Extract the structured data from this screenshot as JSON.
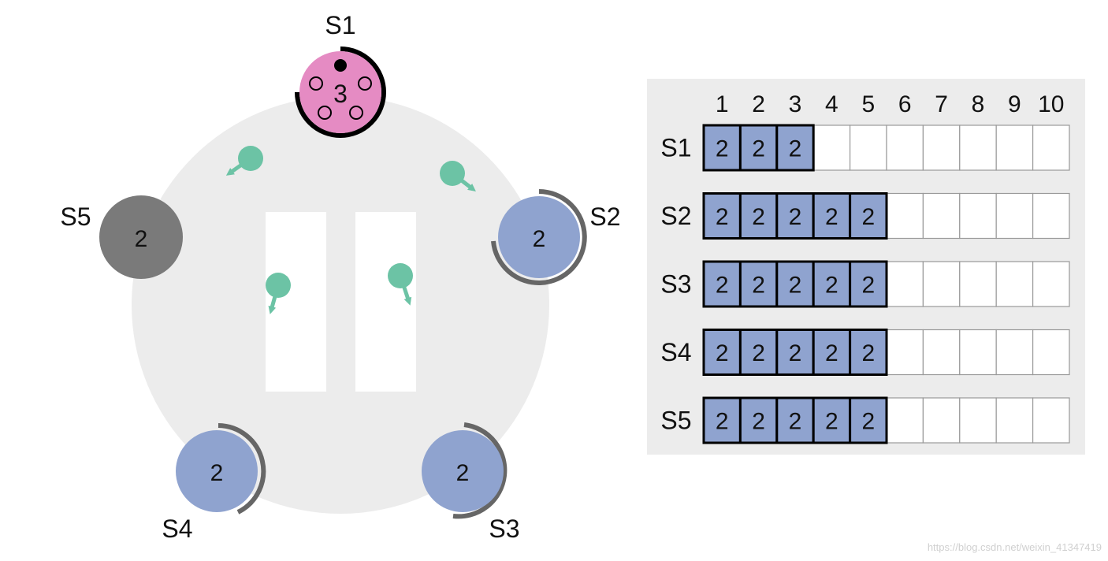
{
  "diagram": {
    "servers": [
      {
        "id": "S1",
        "label": "S1",
        "term": "3",
        "role": "candidate",
        "color": "#e58bc3"
      },
      {
        "id": "S2",
        "label": "S2",
        "term": "2",
        "role": "follower",
        "color": "#8fa3cf"
      },
      {
        "id": "S3",
        "label": "S3",
        "term": "2",
        "role": "follower",
        "color": "#8fa3cf"
      },
      {
        "id": "S4",
        "label": "S4",
        "term": "2",
        "role": "follower",
        "color": "#8fa3cf"
      },
      {
        "id": "S5",
        "label": "S5",
        "term": "2",
        "role": "stopped",
        "color": "#7a7a7a"
      }
    ],
    "messages": [
      "request-vote",
      "request-vote",
      "request-vote",
      "request-vote"
    ]
  },
  "log_table": {
    "columns": [
      "1",
      "2",
      "3",
      "4",
      "5",
      "6",
      "7",
      "8",
      "9",
      "10"
    ],
    "rows": [
      {
        "label": "S1",
        "entries": [
          "2",
          "2",
          "2"
        ]
      },
      {
        "label": "S2",
        "entries": [
          "2",
          "2",
          "2",
          "2",
          "2"
        ]
      },
      {
        "label": "S3",
        "entries": [
          "2",
          "2",
          "2",
          "2",
          "2"
        ]
      },
      {
        "label": "S4",
        "entries": [
          "2",
          "2",
          "2",
          "2",
          "2"
        ]
      },
      {
        "label": "S5",
        "entries": [
          "2",
          "2",
          "2",
          "2",
          "2"
        ]
      }
    ]
  },
  "colors": {
    "cluster_bg": "#ececec",
    "panel_bg": "#ececec",
    "entry_fill": "#8fa3cf",
    "message": "#6cc3a5",
    "timer_arc": "#666666"
  },
  "watermark": "https://blog.csdn.net/weixin_41347419"
}
